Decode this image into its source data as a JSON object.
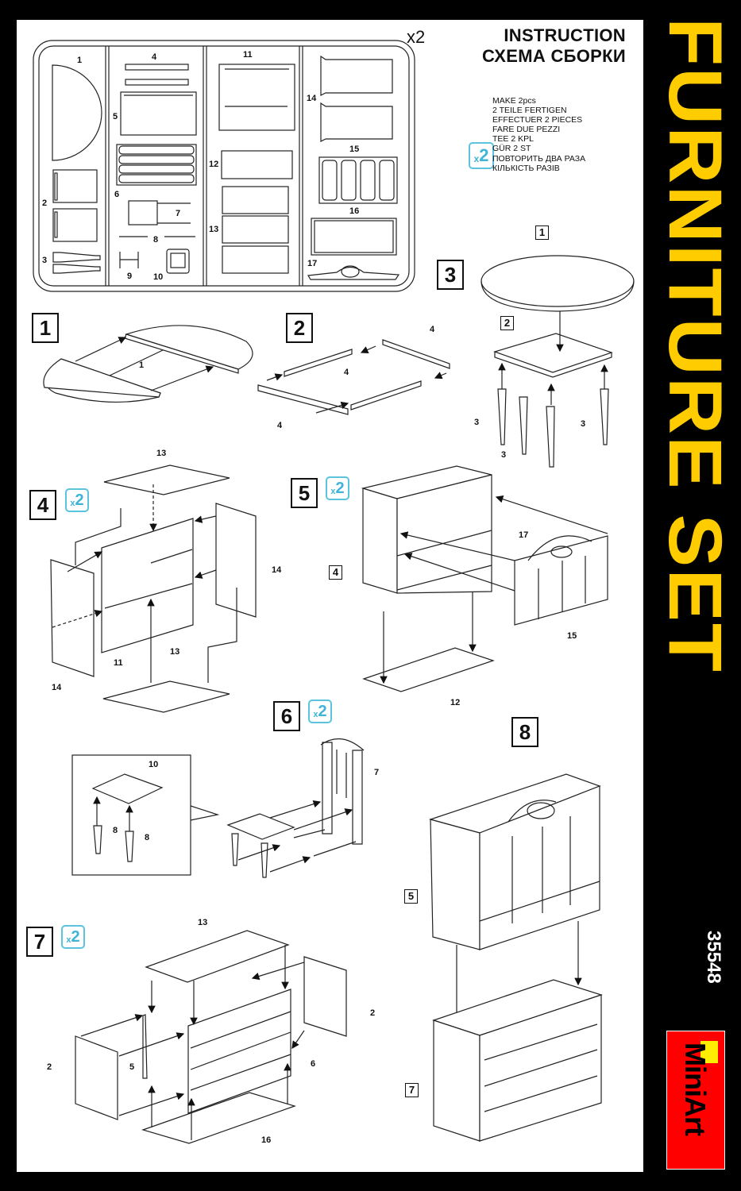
{
  "header": {
    "title_en": "INSTRUCTION",
    "title_ru": "СХЕМА СБОРКИ",
    "sprue_multiplier": "x2"
  },
  "legend": {
    "badge": "x2",
    "lines": [
      "MAKE 2pcs",
      "2 TEILE FERTIGEN",
      "EFFECTUER 2 PIECES",
      "FARE DUE PEZZI",
      "TEE 2 KPL",
      "GÜR 2 ST",
      "ПОВТОРИТЬ ДВА РАЗА",
      "КІЛЬКІСТЬ РАЗІВ"
    ]
  },
  "side_banner": {
    "title": "FURNITURE SET",
    "kit_number": "35548",
    "brand": "MiniArt",
    "title_color": "#FFCC00",
    "logo_color": "#FF0000"
  },
  "sprue": {
    "parts": [
      "1",
      "2",
      "3",
      "4",
      "5",
      "6",
      "7",
      "8",
      "9",
      "10",
      "11",
      "12",
      "13",
      "14",
      "15",
      "16",
      "17"
    ]
  },
  "steps": [
    {
      "number": "1",
      "multiplier": null,
      "labels": [
        "1"
      ]
    },
    {
      "number": "2",
      "multiplier": null,
      "labels": [
        "4",
        "4",
        "4",
        "4"
      ]
    },
    {
      "number": "3",
      "multiplier": null,
      "callouts": [
        "1",
        "2"
      ],
      "labels": [
        "3",
        "3",
        "3",
        "3"
      ]
    },
    {
      "number": "4",
      "multiplier": "x2",
      "labels": [
        "13",
        "14",
        "14",
        "11",
        "13"
      ]
    },
    {
      "number": "5",
      "multiplier": "x2",
      "callouts": [
        "4"
      ],
      "labels": [
        "17",
        "15",
        "12"
      ]
    },
    {
      "number": "6",
      "multiplier": "x2",
      "labels": [
        "10",
        "8",
        "8",
        "7"
      ]
    },
    {
      "number": "7",
      "multiplier": "x2",
      "labels": [
        "13",
        "2",
        "2",
        "5",
        "6",
        "16"
      ]
    },
    {
      "number": "8",
      "multiplier": null,
      "callouts": [
        "5",
        "7"
      ]
    }
  ]
}
